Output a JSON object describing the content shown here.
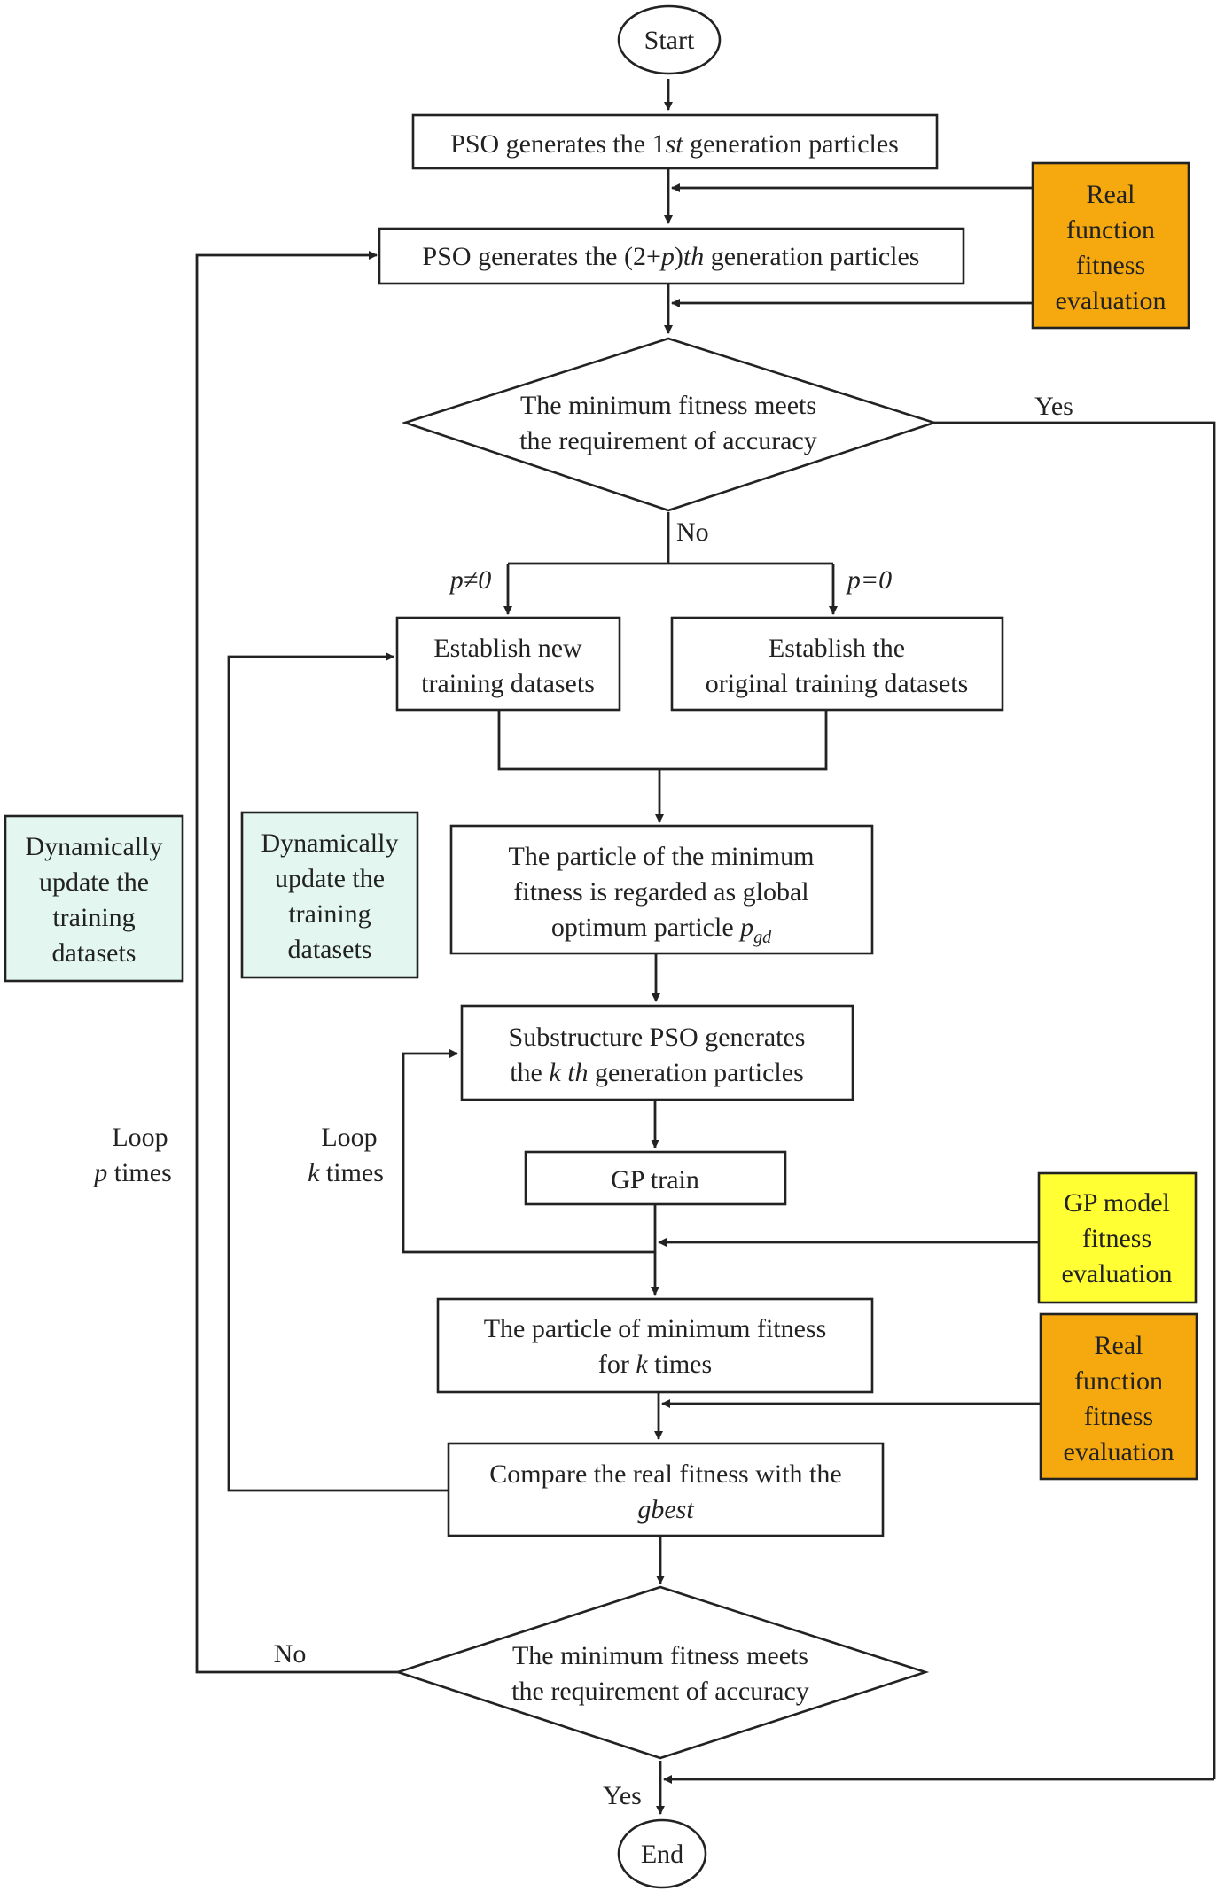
{
  "nodes": {
    "start": "Start",
    "gen_first": {
      "pre": "PSO generates the 1",
      "sup": "st",
      "post": " generation particles"
    },
    "gen_next": {
      "pre": "PSO generates the (2+",
      "var": "p",
      "mid": ")",
      "suffix": "th",
      "post": "  generation particles"
    },
    "decision_top": [
      "The minimum fitness meets",
      "the requirement of accuracy"
    ],
    "establish_new": [
      "Establish new",
      "training datasets"
    ],
    "establish_original": [
      "Establish the",
      "original training datasets"
    ],
    "global_particle": {
      "line1": "The particle of the minimum",
      "line2": "fitness is regarded as global",
      "line3_pre": "optimum particle ",
      "line3_var": "p",
      "line3_sub": "gd"
    },
    "substructure": {
      "line1": "Substructure PSO generates",
      "line2_pre": "the ",
      "line2_var": "k th",
      "line2_post": "  generation particles"
    },
    "gp_train": "GP train",
    "min_particle": {
      "line1": "The particle of minimum fitness",
      "line2_pre": "for ",
      "line2_var": "k",
      "line2_post": " times"
    },
    "compare": {
      "line1": "Compare the real fitness with the",
      "line2": "gbest"
    },
    "decision_bottom": [
      "The minimum fitness meets",
      "the requirement of accuracy"
    ],
    "end": "End"
  },
  "side_boxes": {
    "real_eval_top": [
      "Real",
      "function",
      "fitness",
      "evaluation"
    ],
    "gp_eval": [
      "GP model",
      "fitness",
      "evaluation"
    ],
    "real_eval_bottom": [
      "Real",
      "function",
      "fitness",
      "evaluation"
    ],
    "update_outer": [
      "Dynamically",
      "update the",
      "training",
      "datasets"
    ],
    "update_inner": [
      "Dynamically",
      "update the",
      "training",
      "datasets"
    ]
  },
  "labels": {
    "yes_top": "Yes",
    "no_top": "No",
    "p_not_zero": "p≠0",
    "p_zero": "p=0",
    "loop_p_word": "Loop",
    "loop_p_var": "p",
    "loop_p_times": " times",
    "loop_k_word": "Loop",
    "loop_k_var": "k",
    "loop_k_times": " times",
    "no_bottom": "No",
    "yes_bottom": "Yes"
  },
  "colors": {
    "real_eval_fill": "#f5a90f",
    "gp_eval_fill": "#ffff33",
    "update_fill": "#e3f7f0"
  }
}
